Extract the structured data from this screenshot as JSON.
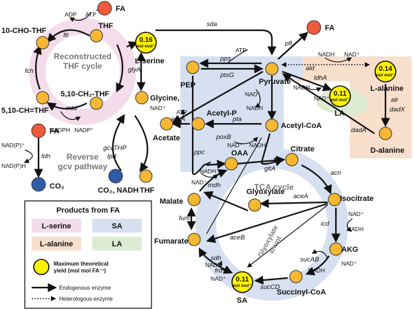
{
  "metabolites": {
    "fa_top": "FA",
    "fa_right": "FA",
    "fa_left": "FA",
    "cho_thf": "10-CHO-THF",
    "thf": "THF",
    "ch2_thf": "5,10-CH₂-THF",
    "ch_thf": "5,10-CH=THF",
    "l_serine": "L-serine",
    "glycine": "Glycine,",
    "glycine_nad": "NAD⁺",
    "co2_nadh": "CO₂, NADH",
    "thf_bottom": "THF",
    "co2": "CO₂",
    "pep": "PEP",
    "pyruvate": "Pyruvate",
    "acetyl_p": "Acetyl-P",
    "acetate": "Acetate",
    "acetyl_coa": "Acetyl-CoA",
    "oaa": "OAA",
    "citrate": "Citrate",
    "isocitrate": "Isocitrate",
    "glyoxylate": "Glyoxylate",
    "malate": "Malate",
    "fumarate": "Fumarate",
    "akg": "AKG",
    "succinyl_coa": "Succinyl-CoA",
    "sa": "SA",
    "la": "LA",
    "l_alanine": "L-alanine",
    "d_alanine": "D-alanine"
  },
  "enzymes": {
    "ftl": "ftl",
    "fch": "fch",
    "mtd": "mtd",
    "glya": "glyA",
    "gcvthp": "gcvTHP",
    "lpd": "lpd",
    "fdh": "fdh",
    "sda": "sda",
    "pfl": "pfl",
    "ald": "ald",
    "pps": "pps",
    "ptsg": "ptsG",
    "ldha": "ldhA",
    "alr": "alr",
    "dadx": "dadX",
    "dada": "dadA",
    "acka": "ackA",
    "pta": "pta",
    "poxb": "poxB",
    "ppc": "ppc",
    "glta": "gltA",
    "acn": "acn",
    "mdh": "mdh",
    "acea": "aceA",
    "aceb": "aceB",
    "icd": "icd",
    "fum": "fum",
    "sdh": "sdh",
    "frd": "frd",
    "sucab": "sucAB",
    "succd": "sucCD"
  },
  "cofactors": {
    "adp": "ADP",
    "atp_thf": "ATP",
    "nadph": "NADPH",
    "nadp": "NADP⁺",
    "nadp_p": "NAD(P)⁺",
    "nadp_h": "NAD(P)H",
    "atp_pps": "ATP",
    "nadh_ald": "NADH",
    "nad_ald": "NAD⁺",
    "nad_pyr": "NAD⁺",
    "nadh_pyr": "NADH",
    "nadh_ldh": "NADH",
    "nad_ldh": "NAD⁺",
    "atp_ack": "ATP",
    "nad_pox": "NAD⁺",
    "nadh_pox": "NADH",
    "nadh_mdh": "NADH",
    "nad_mdh": "NAD⁺",
    "nad_icd": "NAD⁺",
    "nadh_icd": "NADH",
    "nad_suc": "NAD⁺",
    "nadh_suc": "NADH",
    "nadh_frd": "NADH",
    "nad_frd": "NAD⁺"
  },
  "yields": {
    "l_serine": "0.16",
    "l_alanine": "0.14",
    "la": "0.11",
    "sa": "0.11",
    "unit": "mol mol⁻¹"
  },
  "regions": {
    "thf_cycle_1": "Reconstructed",
    "thf_cycle_2": "THF cycle",
    "gcv_1": "Reverse",
    "gcv_2": "gcv pathway",
    "tca": "TCA cycle",
    "shunt_1": "Glyoxylate",
    "shunt_2": "shunt"
  },
  "legend": {
    "title": "Products from FA",
    "l_serine": "L-serine",
    "sa": "SA",
    "l_alanine": "L-alanine",
    "la": "LA",
    "yield_1": "Maximum theoretical",
    "yield_2": "yield (mol mol FA⁻¹)",
    "endogenous": "Endogenous enzyme",
    "heterologous": "Heterologous enzyme"
  },
  "colors": {
    "serine_bg": "#F4DDEB",
    "sa_bg": "#D6E0F0",
    "alanine_bg": "#F8DFCC",
    "la_bg": "#DCEBD2",
    "metabolite": "#F7B731",
    "fa": "#EE5A3A",
    "co2": "#2F5DA8",
    "yield": "#FFF200"
  }
}
